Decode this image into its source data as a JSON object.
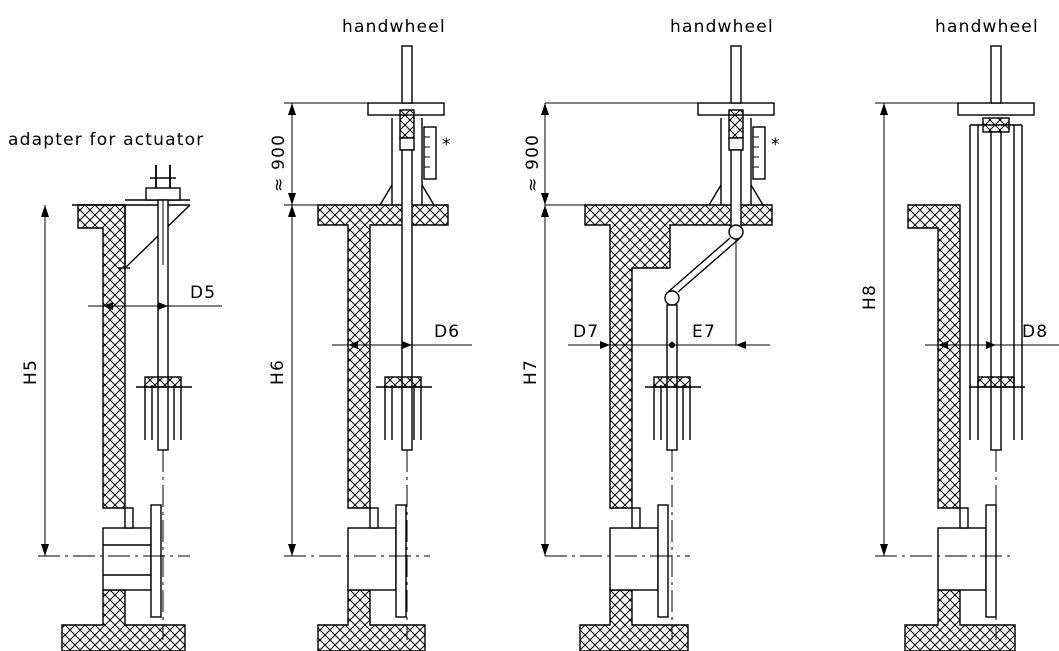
{
  "labels": {
    "adapter": "adapter for actuator",
    "handwheel": "handwheel",
    "approx900": "≈ 900",
    "asterisk": "*"
  },
  "views": [
    {
      "height": "H5",
      "distance": "D5"
    },
    {
      "height": "H6",
      "distance": "D6"
    },
    {
      "height": "H7",
      "distance": "D7",
      "extra": "E7"
    },
    {
      "height": "H8",
      "distance": "D8"
    }
  ],
  "colors": {
    "line": "#000000",
    "background": "#ffffff"
  }
}
